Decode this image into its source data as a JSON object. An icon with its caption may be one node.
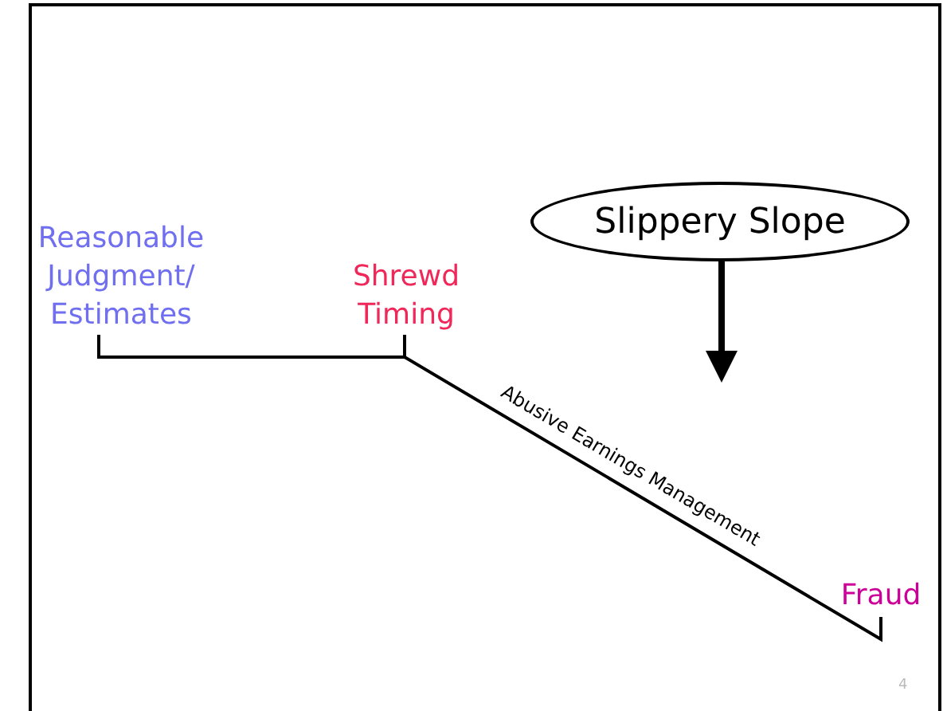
{
  "diagram": {
    "nodes": [
      {
        "text": [
          "Reasonable Judgment/ Estimates"
        ]
      },
      {
        "text": [
          "Shrewd Timing"
        ]
      },
      {
        "text": [
          "Fraud"
        ]
      },
      {
        "text": [
          "Slippery Slope"
        ]
      }
    ],
    "edges": [
      {
        "from": 0,
        "to": 1,
        "arrow": "none"
      },
      {
        "from": 1,
        "to": 2,
        "arrow": "none",
        "label": "Abusive Earnings Management"
      },
      {
        "from": 3,
        "to": null,
        "arrow": "to",
        "style": "thick"
      }
    ],
    "labels": [
      "4"
    ]
  }
}
